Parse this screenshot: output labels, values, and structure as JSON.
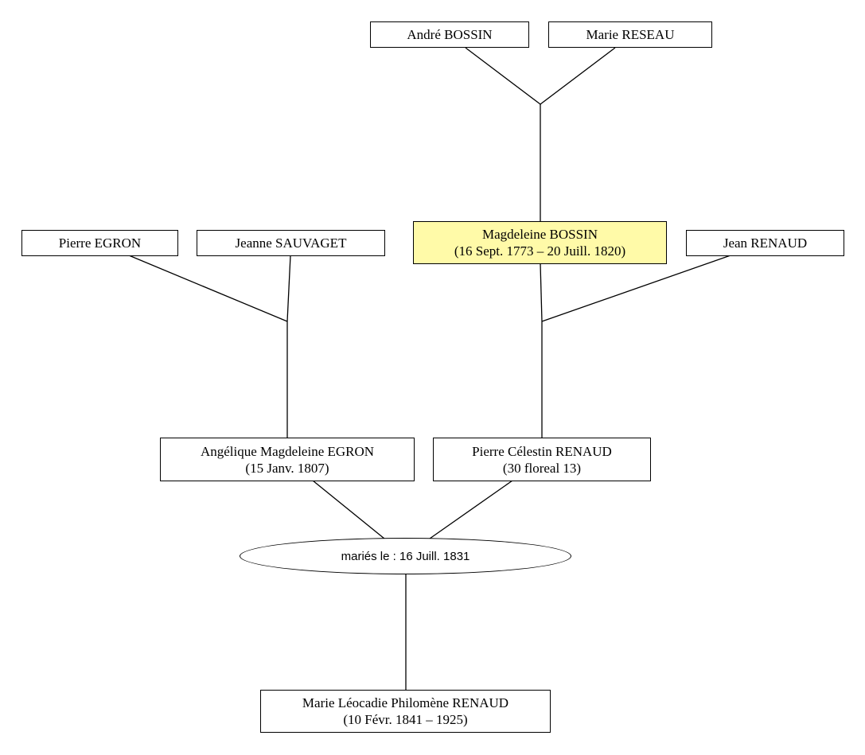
{
  "colors": {
    "line": "#000000",
    "box_background": "#ffffff",
    "highlight_background": "#fffaa8"
  },
  "people": {
    "andre_bossin": {
      "name": "André BOSSIN"
    },
    "marie_reseau": {
      "name": "Marie RESEAU"
    },
    "magdeleine_bossin": {
      "name": "Magdeleine BOSSIN",
      "dates": "(16 Sept. 1773 – 20 Juill. 1820)",
      "highlighted": true
    },
    "pierre_egron": {
      "name": "Pierre EGRON"
    },
    "jeanne_sauvaget": {
      "name": "Jeanne SAUVAGET"
    },
    "jean_renaud": {
      "name": "Jean RENAUD"
    },
    "angelique_egron": {
      "name": "Angélique Magdeleine EGRON",
      "dates": "(15 Janv. 1807)"
    },
    "pierre_celestin_renaud": {
      "name": "Pierre Célestin RENAUD",
      "dates": "(30 floreal 13)"
    },
    "marie_leocadie_renaud": {
      "name": "Marie Léocadie Philomène RENAUD",
      "dates": "(10 Févr. 1841 – 1925)"
    }
  },
  "marriage": {
    "label": "mariés le : 16 Juill. 1831"
  }
}
